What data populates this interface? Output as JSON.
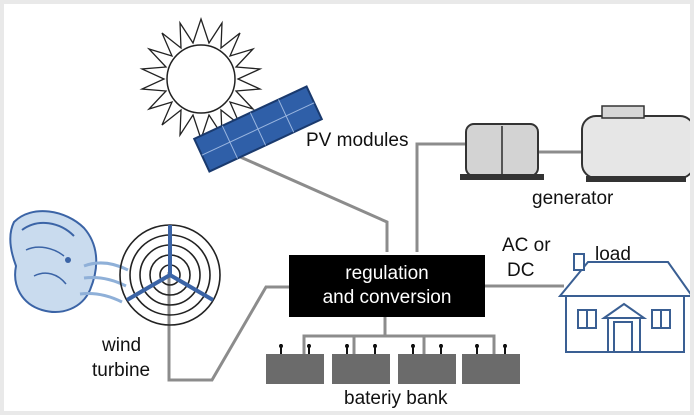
{
  "labels": {
    "pv_modules": "PV modules",
    "generator": "generator",
    "ac_dc_line1": "AC or",
    "ac_dc_line2": "DC",
    "load": "load",
    "regulation_line1": "regulation",
    "regulation_line2": "and conversion",
    "wind_line1": "wind",
    "wind_line2": "turbine",
    "battery_bank": "bateriy bank"
  },
  "colors": {
    "panel_blue": "#2f5fa8",
    "house_blue": "#3a5f93",
    "wind_blue": "#3b64a6",
    "line_gray": "#8c8c8c",
    "battery_gray": "#6b6b6b",
    "box_black": "#000000"
  },
  "icons": [
    "sun-icon",
    "solar-panel-icon",
    "generator-icon",
    "fuel-tank-icon",
    "house-icon",
    "wind-face-icon",
    "wind-turbine-icon",
    "battery-icon"
  ]
}
